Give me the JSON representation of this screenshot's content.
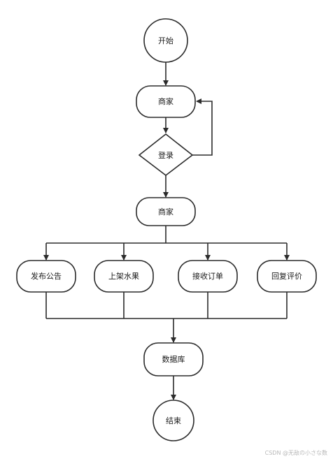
{
  "nodes": {
    "start": "开始",
    "merchant_top": "商家",
    "login": "登录",
    "merchant": "商家",
    "publish_notice": "发布公告",
    "list_fruit": "上架水果",
    "receive_order": "接收订单",
    "reply_review": "回复评价",
    "database": "数据库",
    "end": "结束"
  },
  "watermark": "CSDN @无敌の小さな数"
}
